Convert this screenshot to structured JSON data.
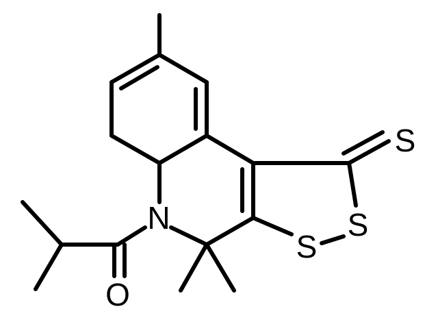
{
  "molecule": {
    "atoms": {
      "n": "N",
      "o": "O",
      "s_thione": "S",
      "s_ring_upper": "S",
      "s_ring_lower": "S"
    },
    "colors": {
      "bond": "#000000",
      "label": "#000000",
      "background": "#ffffff"
    }
  }
}
